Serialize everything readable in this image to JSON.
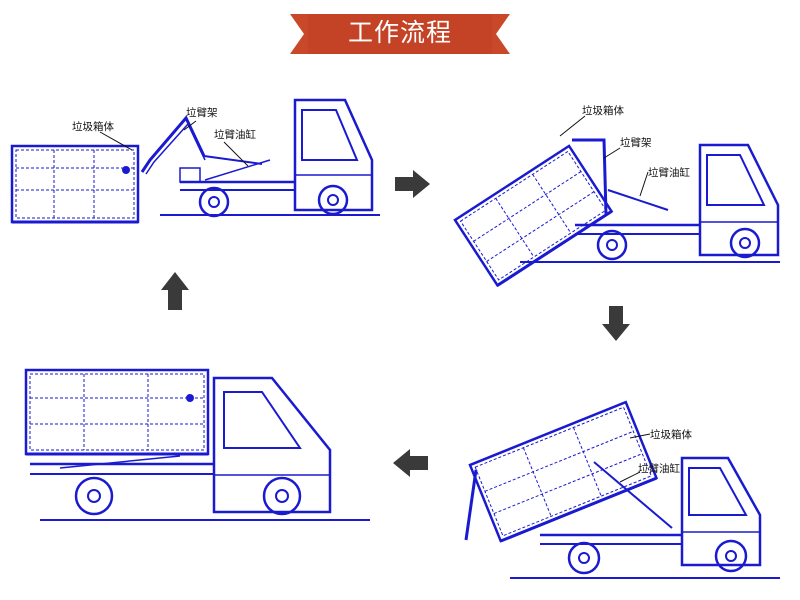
{
  "title": "工作流程",
  "colors": {
    "banner": "#c9482a",
    "banner_dark": "#8e2a14",
    "drawing": "#1a1ad0",
    "arrow": "#3a3a3a"
  },
  "panels": [
    {
      "labels": [
        "垃圾箱体",
        "垃臂架",
        "垃臂油缸"
      ]
    },
    {
      "labels": [
        "垃圾箱体",
        "垃臂架",
        "垃臂油缸"
      ]
    },
    {
      "labels": [
        "垃圾箱体",
        "垃臂油缸"
      ]
    },
    {
      "labels": []
    }
  ],
  "arrows": [
    {
      "direction": "right",
      "icon": "arrow-right-icon"
    },
    {
      "direction": "down",
      "icon": "arrow-down-icon"
    },
    {
      "direction": "left",
      "icon": "arrow-left-icon"
    },
    {
      "direction": "up",
      "icon": "arrow-up-icon"
    }
  ]
}
